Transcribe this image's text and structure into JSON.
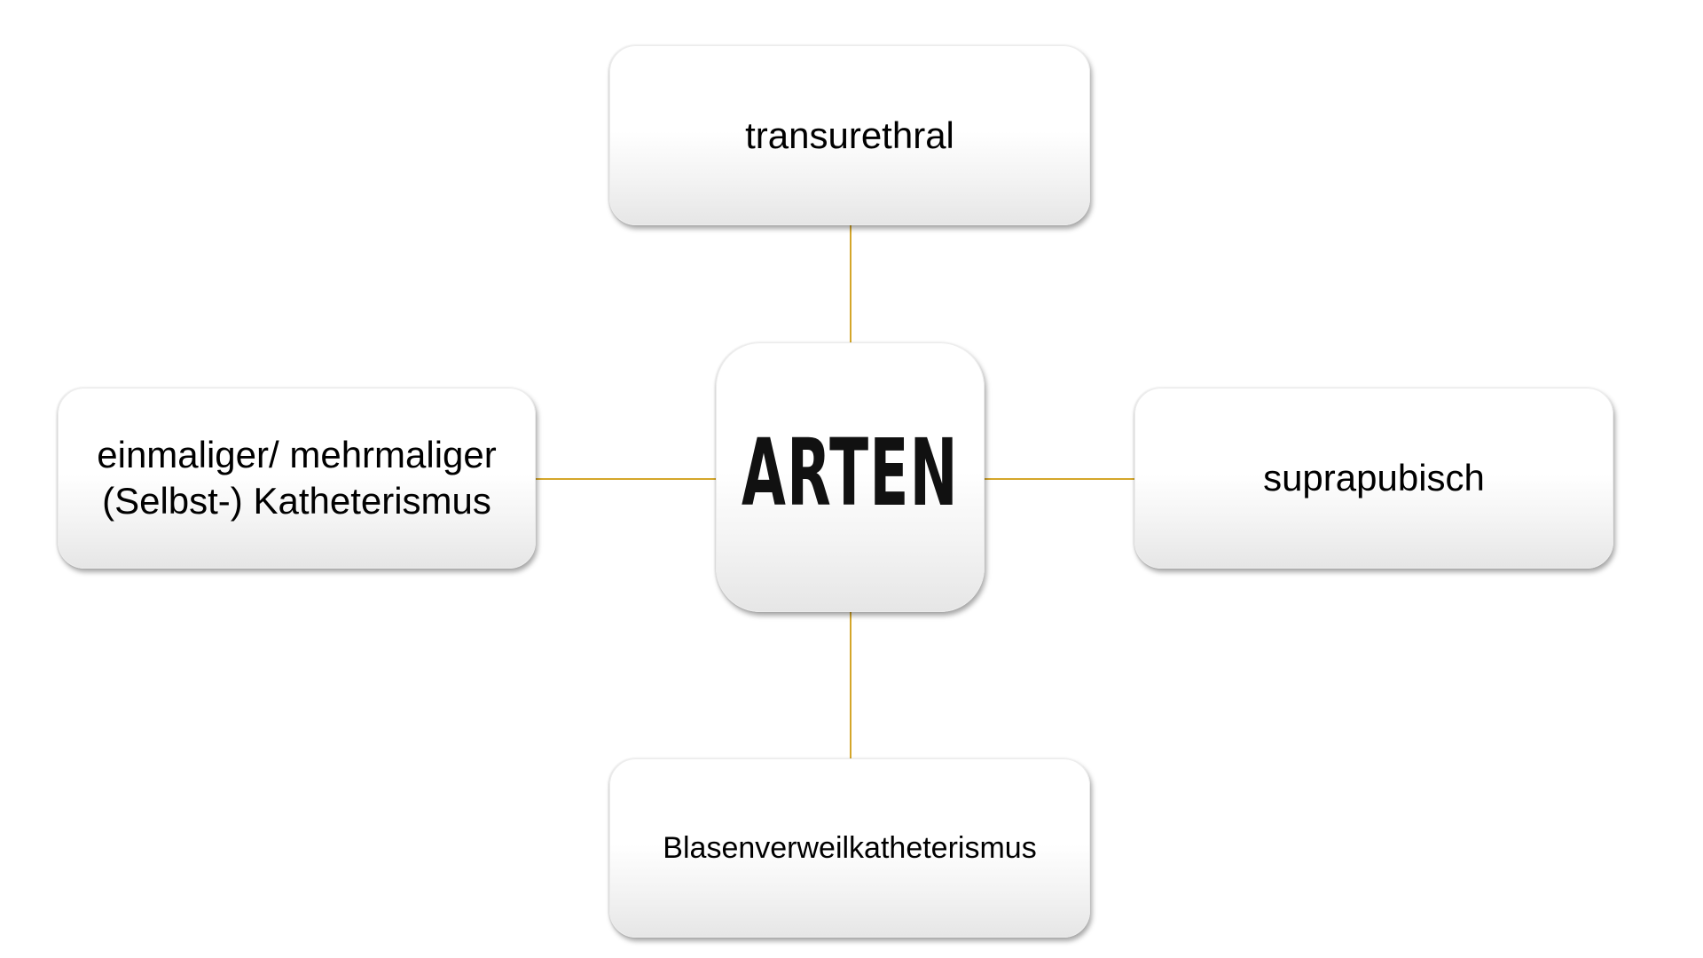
{
  "diagram": {
    "center": {
      "label": "ARTEN"
    },
    "nodes": {
      "top": {
        "label": "transurethral"
      },
      "left": {
        "line1": "einmaliger/ mehrmaliger",
        "line2": "(Selbst-) Katheterismus"
      },
      "right": {
        "label": "suprapubisch"
      },
      "bottom": {
        "label": "Blasenverweilkatheterismus"
      }
    },
    "colors": {
      "connector": "#D4A62A",
      "box_fill_top": "#ffffff",
      "box_fill_bottom": "#e6e6e6",
      "text": "#000000"
    }
  }
}
